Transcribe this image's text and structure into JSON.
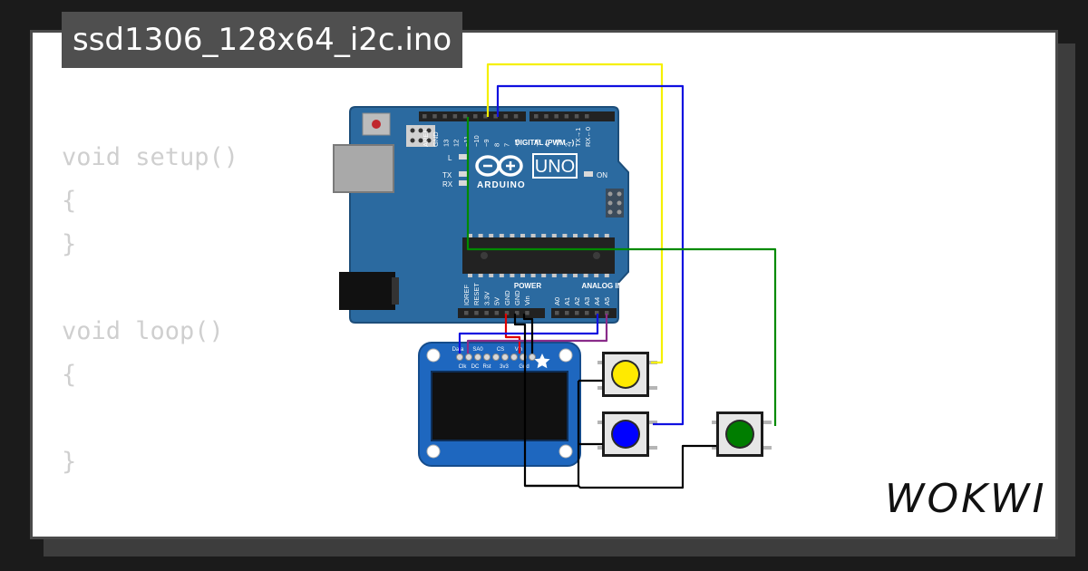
{
  "title": "ssd1306_128x64_i2c.ino",
  "code": [
    "void setup()",
    "{",
    "}",
    "",
    "void loop()",
    "{",
    "",
    "}"
  ],
  "brand": "WOKWI",
  "arduino": {
    "logo_uno": "UNO",
    "logo_text": "ARDUINO",
    "digital_label": "DIGITAL (PWM ~)",
    "digital_pins": [
      "AREF",
      "GND",
      "13",
      "12",
      "~11",
      "~10",
      "~9",
      "8",
      "7",
      "~6",
      "~5",
      "4",
      "~3",
      "2",
      "TX→1",
      "RX←0"
    ],
    "led_l": "L",
    "led_tx": "TX",
    "led_rx": "RX",
    "led_on": "ON",
    "power_label": "POWER",
    "power_pins": [
      "IOREF",
      "RESET",
      "3.3V",
      "5V",
      "GND",
      "GND",
      "Vin"
    ],
    "analog_label": "ANALOG IN",
    "analog_pins": [
      "A0",
      "A1",
      "A2",
      "A3",
      "A4",
      "A5"
    ]
  },
  "oled": {
    "top_labels": [
      "Data",
      "SA0",
      "CS",
      "Vin"
    ],
    "bottom_labels": [
      "Clk",
      "DC",
      "Rst",
      "3v3",
      "Gnd"
    ]
  },
  "buttons": [
    {
      "name": "yellow",
      "color": "#ffea00"
    },
    {
      "name": "blue",
      "color": "#0000ff"
    },
    {
      "name": "green",
      "color": "#007d00"
    }
  ],
  "colors": {
    "board": "#2b6aa0",
    "oled_board": "#1e67bf",
    "wire_yellow": "#f5f000",
    "wire_blue": "#1010e0",
    "wire_green": "#008a00",
    "wire_red": "#e00000",
    "wire_purple": "#8a2c8a",
    "wire_black": "#000000"
  }
}
